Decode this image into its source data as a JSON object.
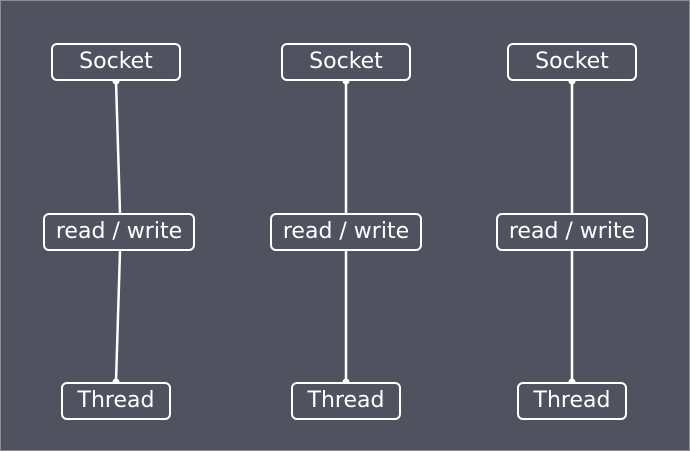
{
  "diagram": {
    "columns": [
      {
        "socket_label": "Socket",
        "io_label": "read / write",
        "thread_label": "Thread"
      },
      {
        "socket_label": "Socket",
        "io_label": "read / write",
        "thread_label": "Thread"
      },
      {
        "socket_label": "Socket",
        "io_label": "read / write",
        "thread_label": "Thread"
      }
    ],
    "colors": {
      "background": "#50535f",
      "stroke": "#ffffff",
      "text": "#ffffff"
    }
  }
}
